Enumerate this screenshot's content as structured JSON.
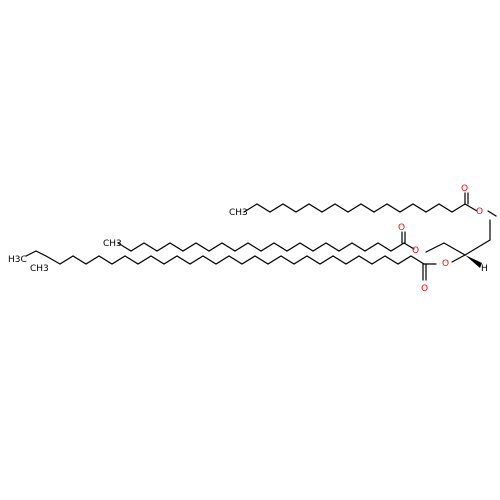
{
  "molecule": {
    "atoms": {
      "o_ester_top": "O",
      "o_carbonyl_top": "O",
      "o_ester_mid": "O",
      "o_carbonyl_mid": "O",
      "o_ester_bot": "O",
      "o_carbonyl_bot": "O",
      "stereo_h": "H",
      "ch3_top": "CH3",
      "ch3_mid": "CH3",
      "ch3_bot_upper": "H3C",
      "ch3_bot_branch": "CH3"
    },
    "colors": {
      "bond": "#000000",
      "oxygen": "#ff0000",
      "background": "#ffffff"
    }
  }
}
